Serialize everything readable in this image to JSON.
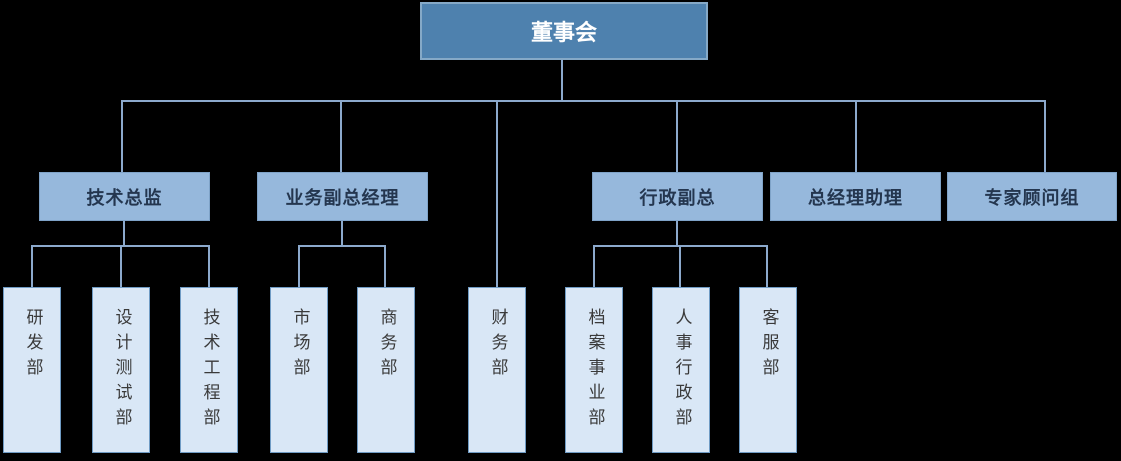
{
  "org": {
    "type": "org-chart",
    "root": {
      "label": "董事会"
    },
    "level2": [
      {
        "label": "技术总监",
        "children": [
          "研发部",
          "设计测试部",
          "技术工程部"
        ]
      },
      {
        "label": "业务副总经理",
        "children": [
          "市场部",
          "商务部"
        ]
      },
      {
        "label": "行政副总",
        "children": [
          "档案事业部",
          "人事行政部",
          "客服部"
        ]
      },
      {
        "label": "总经理助理",
        "children": []
      },
      {
        "label": "专家顾问组",
        "children": []
      }
    ],
    "level3": [
      {
        "label": "研发部",
        "parent": "技术总监"
      },
      {
        "label": "设计测试部",
        "parent": "技术总监"
      },
      {
        "label": "技术工程部",
        "parent": "技术总监"
      },
      {
        "label": "市场部",
        "parent": "业务副总经理"
      },
      {
        "label": "商务部",
        "parent": "业务副总经理"
      },
      {
        "label": "财务部",
        "parent": "董事会"
      },
      {
        "label": "档案事业部",
        "parent": "行政副总"
      },
      {
        "label": "人事行政部",
        "parent": "行政副总"
      },
      {
        "label": "客服部",
        "parent": "行政副总"
      }
    ]
  },
  "colors": {
    "background": "#000000",
    "root_fill": "#4E81AE",
    "root_border": "#85A9C7",
    "root_text": "#FFFFFF",
    "level2_fill": "#96B8DC",
    "level2_border": "#7FA3C8",
    "level2_text": "#24364F",
    "level3_fill": "#D9E7F6",
    "level3_border": "#6F9BC4",
    "level3_text": "#3A3A3A",
    "connector": "#8CA9CC"
  }
}
